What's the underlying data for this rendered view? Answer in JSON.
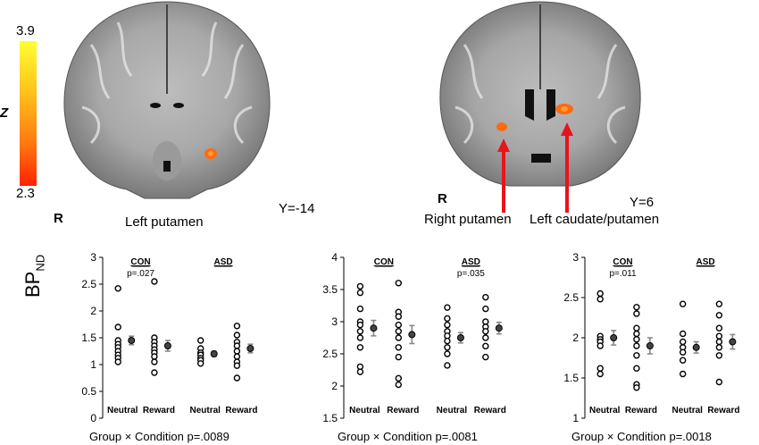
{
  "colorbar": {
    "max_label": "3.9",
    "min_label": "2.3",
    "axis_label": "Z",
    "top_color": "#ffff33",
    "bottom_color": "#ff2200"
  },
  "left_brain": {
    "orientation": "R",
    "coord": "Y=-14",
    "region": "Left putamen"
  },
  "right_brain": {
    "orientation": "R",
    "coord": "Y=6",
    "region1": "Right putamen",
    "region2": "Left caudate/putamen"
  },
  "ylabel_main": "BP",
  "ylabel_sub": "ND",
  "chart_data": [
    {
      "type": "scatter",
      "ylim": [
        0,
        3
      ],
      "yticks": [
        "0",
        "0.5",
        "1",
        "1.5",
        "2",
        "2.5",
        "3"
      ],
      "categories": [
        "Neutral",
        "Reward",
        "Neutral",
        "Reward"
      ],
      "groups": [
        "CON",
        "ASD"
      ],
      "annotation": "p=.027",
      "annotation_group": "CON",
      "footer": "Group × Condition p=.0089",
      "series": [
        {
          "values": [
            2.42,
            1.7,
            1.45,
            1.38,
            1.32,
            1.25,
            1.18,
            1.12,
            1.05
          ],
          "mean": 1.45,
          "err": 0.08
        },
        {
          "values": [
            2.55,
            1.5,
            1.42,
            1.35,
            1.28,
            1.22,
            1.15,
            1.05,
            0.85
          ],
          "mean": 1.35,
          "err": 0.1
        },
        {
          "values": [
            1.45,
            1.3,
            1.22,
            1.18,
            1.12,
            1.08,
            1.02
          ],
          "mean": 1.2,
          "err": 0.05
        },
        {
          "values": [
            1.72,
            1.55,
            1.42,
            1.35,
            1.25,
            1.15,
            1.05,
            0.98,
            0.75
          ],
          "mean": 1.3,
          "err": 0.08
        }
      ]
    },
    {
      "type": "scatter",
      "ylim": [
        1.5,
        4
      ],
      "yticks": [
        "1.5",
        "2",
        "2.5",
        "3",
        "3.5",
        "4"
      ],
      "categories": [
        "Neutral",
        "Reward",
        "Neutral",
        "Reward"
      ],
      "groups": [
        "CON",
        "ASD"
      ],
      "annotation": "p=.035",
      "annotation_group": "ASD",
      "footer": "Group × Condition p=.0081",
      "series": [
        {
          "values": [
            3.55,
            3.45,
            3.2,
            3.0,
            2.95,
            2.85,
            2.75,
            2.6,
            2.3,
            2.22
          ],
          "mean": 2.9,
          "err": 0.12
        },
        {
          "values": [
            3.6,
            3.15,
            3.08,
            2.95,
            2.85,
            2.75,
            2.6,
            2.45,
            2.12,
            2.02
          ],
          "mean": 2.8,
          "err": 0.14
        },
        {
          "values": [
            3.22,
            3.05,
            2.95,
            2.85,
            2.78,
            2.7,
            2.6,
            2.5,
            2.32
          ],
          "mean": 2.75,
          "err": 0.08
        },
        {
          "values": [
            3.38,
            3.2,
            3.0,
            2.92,
            2.85,
            2.75,
            2.62,
            2.45
          ],
          "mean": 2.9,
          "err": 0.09
        }
      ]
    },
    {
      "type": "scatter",
      "ylim": [
        1,
        3
      ],
      "yticks": [
        "1",
        "1.5",
        "2",
        "2.5",
        "3"
      ],
      "categories": [
        "Neutral",
        "Reward",
        "Neutral",
        "Reward"
      ],
      "groups": [
        "CON",
        "ASD"
      ],
      "annotation": "p=.011",
      "annotation_group": "CON",
      "footer": "Group × Condition p=.0018",
      "series": [
        {
          "values": [
            2.55,
            2.48,
            2.02,
            1.98,
            1.95,
            1.9,
            1.62,
            1.55
          ],
          "mean": 2.0,
          "err": 0.09
        },
        {
          "values": [
            2.38,
            2.3,
            2.12,
            2.05,
            1.98,
            1.9,
            1.78,
            1.62,
            1.42,
            1.38
          ],
          "mean": 1.9,
          "err": 0.1
        },
        {
          "values": [
            2.42,
            2.05,
            1.95,
            1.88,
            1.82,
            1.72,
            1.55
          ],
          "mean": 1.88,
          "err": 0.07
        },
        {
          "values": [
            2.42,
            2.28,
            2.12,
            2.02,
            1.95,
            1.88,
            1.78,
            1.45
          ],
          "mean": 1.95,
          "err": 0.09
        }
      ]
    }
  ]
}
